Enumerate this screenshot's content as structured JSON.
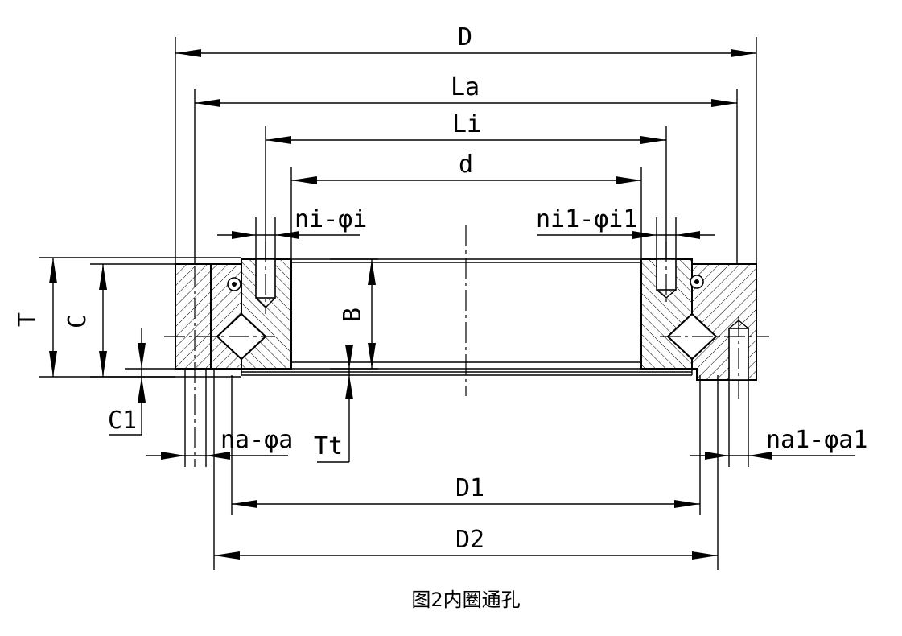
{
  "labels": {
    "D": "D",
    "La": "La",
    "Li": "Li",
    "d": "d",
    "ni_phi_i": "ni-φi",
    "ni1_phi_i1": "ni1-φi1",
    "T": "T",
    "C": "C",
    "B": "B",
    "C1": "C1",
    "na_phi_a": "na-φa",
    "Tt": "Tt",
    "na1_phi_a1": "na1-φa1",
    "D1": "D1",
    "D2": "D2"
  },
  "caption": "图2内圈通孔"
}
